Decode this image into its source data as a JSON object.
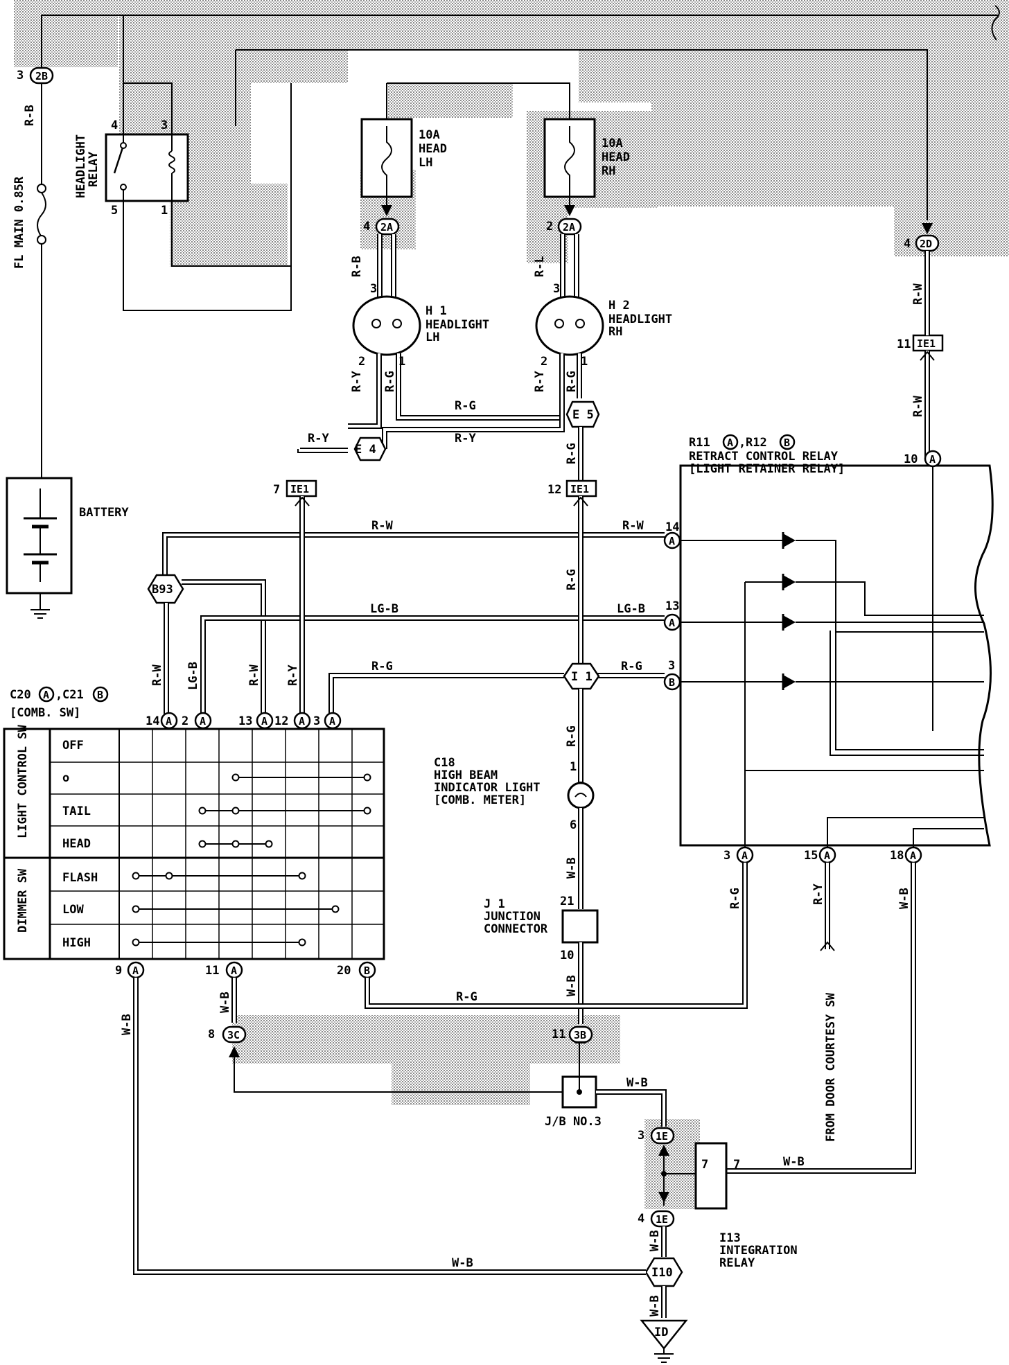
{
  "colors": {
    "line": "#000000",
    "background": "#ffffff",
    "shading": "#bdbdbd"
  },
  "fuses": [
    {
      "id": "fuse-head-lh",
      "rating": "10A",
      "line1": "HEAD",
      "line2": "LH"
    },
    {
      "id": "fuse-head-rh",
      "rating": "10A",
      "line1": "HEAD",
      "line2": "RH"
    }
  ],
  "fusible_link": "FL MAIN 0.85R",
  "headlight_relay": {
    "line1": "HEADLIGHT",
    "line2": "RELAY",
    "pins": [
      "4",
      "3",
      "5",
      "1"
    ]
  },
  "battery": "BATTERY",
  "headlights": [
    {
      "code": "H 1",
      "line1": "HEADLIGHT",
      "line2": "LH"
    },
    {
      "code": "H 2",
      "line1": "HEADLIGHT",
      "line2": "RH"
    }
  ],
  "retract_relay": {
    "code": "R11",
    "code2": "R12",
    "conn_a": "A",
    "conn_b": "B",
    "line1": "RETRACT CONTROL RELAY",
    "line2": "[LIGHT RETAINER RELAY]"
  },
  "comb_switch": {
    "code": "C20",
    "code2": "C21",
    "conn_a": "A",
    "conn_b": "B",
    "name": "[COMB. SW]",
    "group1": "LIGHT CONTROL SW",
    "group2": "DIMMER SW",
    "rows": [
      "OFF",
      "o",
      "TAIL",
      "HEAD",
      "FLASH",
      "LOW",
      "HIGH"
    ]
  },
  "indicator": {
    "code": "C18",
    "line1": "HIGH BEAM",
    "line2": "INDICATOR LIGHT",
    "line3": "[COMB. METER]"
  },
  "junction": {
    "code": "J 1",
    "line1": "JUNCTION",
    "line2": "CONNECTOR"
  },
  "jb": "J/B NO.3",
  "integration": {
    "code": "I13",
    "line1": "INTEGRATION",
    "line2": "RELAY"
  },
  "door_sw": "FROM DOOR COURTESY SW",
  "connectors": {
    "c2B": "2B",
    "c2A_l": "2A",
    "c2A_r": "2A",
    "c2D": "2D",
    "c3C": "3C",
    "c3B": "3B",
    "c1E_top": "1E",
    "c1E_bot": "1E",
    "IE1": "IE1",
    "E4": "E 4",
    "E5": "E 5",
    "B93": "B93",
    "I1": "I 1",
    "I10": "I10",
    "ID": "ID",
    "A": "A",
    "B": "B"
  },
  "wire_colors": {
    "RB": "R-B",
    "RL": "R-L",
    "RW": "R-W",
    "RY": "R-Y",
    "RG": "R-G",
    "LGB": "LG-B",
    "WB": "W-B"
  },
  "pins": {
    "p3": "3",
    "p4": "4",
    "p2": "2",
    "p1": "1",
    "p7": "7",
    "p10": "10",
    "p11": "11",
    "p12": "12",
    "p13": "13",
    "p14": "14",
    "p15": "15",
    "p18": "18",
    "p20": "20",
    "p21": "21",
    "p6": "6",
    "p8": "8",
    "p9": "9"
  }
}
